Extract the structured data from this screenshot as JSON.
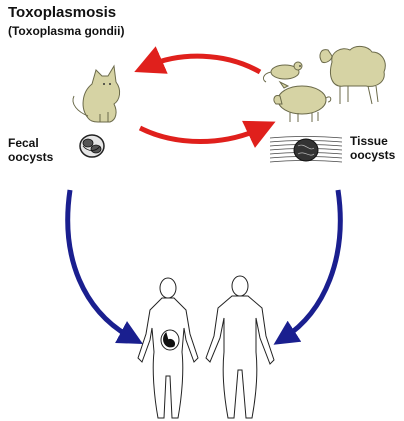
{
  "title": "Toxoplasmosis",
  "subtitle": "(Toxoplasma gondii)",
  "labels": {
    "fecal_line1": "Fecal",
    "fecal_line2": "oocysts",
    "tissue_line1": "Tissue",
    "tissue_line2": "oocysts"
  },
  "colors": {
    "animal_fill": "#d6d3a4",
    "animal_stroke": "#6b6a4a",
    "red_arrow": "#e0201c",
    "blue_arrow": "#1a1f8f"
  },
  "icons": [
    "cat-icon",
    "rat-icon",
    "sheep-icon",
    "pig-icon",
    "fecal-oocyst-icon",
    "tissue-cyst-icon",
    "pregnant-woman-icon",
    "man-icon"
  ]
}
